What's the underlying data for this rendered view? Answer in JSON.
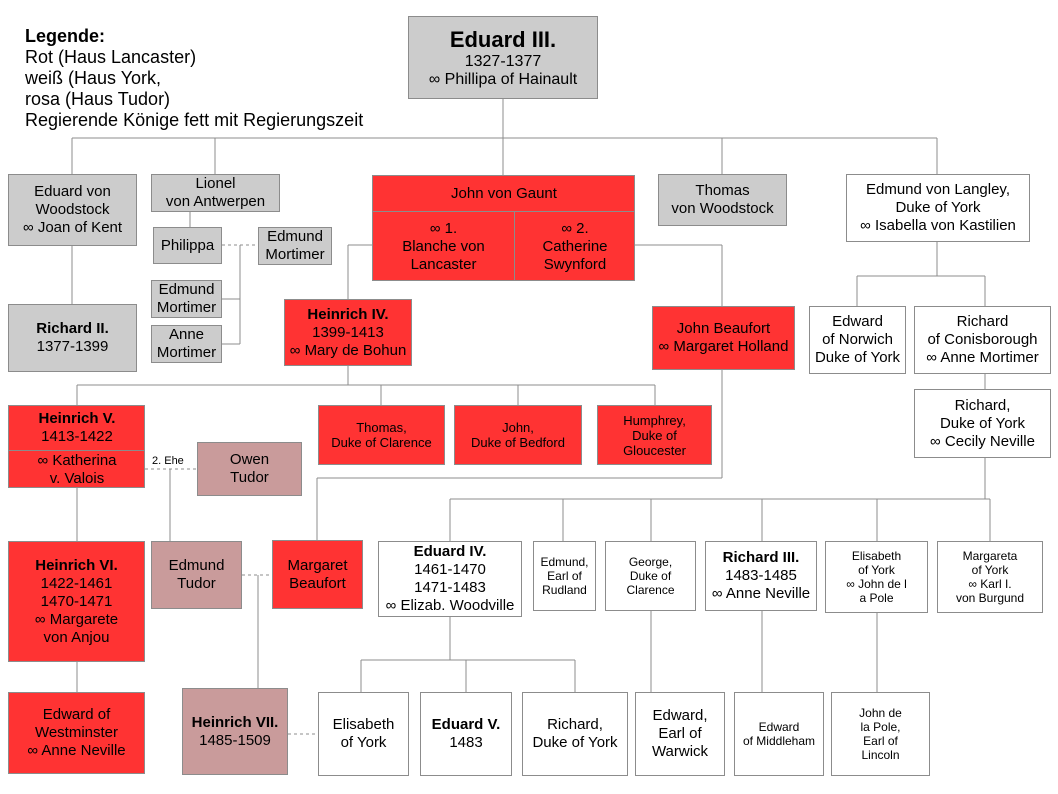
{
  "legend": {
    "heading": "Legende:",
    "lines": [
      "Rot (Haus Lancaster)",
      "weiß (Haus York,",
      "rosa (Haus Tudor)",
      "Regierende Könige fett mit Regierungszeit"
    ]
  },
  "colors": {
    "lancaster": "#ff3333",
    "york": "#ffffff",
    "tudor": "#c99b9b",
    "other": "#cccccc"
  },
  "nodes": {
    "eduard_iii": {
      "title": "Eduard III.",
      "years": "1327-1377",
      "spouse": "∞ Phillipa of Hainault"
    },
    "eduard_woodstock": {
      "lines": [
        "Eduard von",
        "Woodstock",
        "∞ Joan of Kent"
      ]
    },
    "lionel": {
      "lines": [
        "Lionel",
        "von Antwerpen"
      ]
    },
    "philippa": {
      "lines": [
        "Philippa"
      ]
    },
    "edmund_mortimer_1": {
      "lines": [
        "Edmund",
        "Mortimer"
      ]
    },
    "edmund_mortimer_2": {
      "lines": [
        "Edmund",
        "Mortimer"
      ]
    },
    "anne_mortimer": {
      "lines": [
        "Anne",
        "Mortimer"
      ]
    },
    "john_gaunt": {
      "title": "John von Gaunt",
      "wife1": [
        "∞ 1.",
        "Blanche von",
        "Lancaster"
      ],
      "wife2": [
        "∞ 2.",
        "Catherine",
        "Swynford"
      ]
    },
    "thomas_woodstock": {
      "lines": [
        "Thomas",
        "von Woodstock"
      ]
    },
    "edmund_langley": {
      "lines": [
        "Edmund von Langley,",
        "Duke of York",
        "∞ Isabella von Kastilien"
      ]
    },
    "richard_ii": {
      "title": "Richard II.",
      "years": "1377-1399"
    },
    "heinrich_iv": {
      "title": "Heinrich IV.",
      "years": "1399-1413",
      "spouse": "∞ Mary de Bohun"
    },
    "john_beaufort": {
      "lines": [
        "John Beaufort",
        "∞ Margaret Holland"
      ]
    },
    "edward_norwich": {
      "lines": [
        "Edward",
        "of Norwich",
        "Duke of York"
      ]
    },
    "richard_conisborough": {
      "lines": [
        "Richard",
        "of Conisborough",
        "∞ Anne Mortimer"
      ]
    },
    "richard_york": {
      "lines": [
        "Richard,",
        "Duke of York",
        "∞ Cecily Neville"
      ]
    },
    "heinrich_v": {
      "title": "Heinrich V.",
      "years": "1413-1422",
      "spouse": [
        "∞ Katherina",
        "v. Valois"
      ]
    },
    "thomas_clarence": {
      "lines": [
        "Thomas,",
        "Duke of Clarence"
      ]
    },
    "john_bedford": {
      "lines": [
        "John,",
        "Duke of Bedford"
      ]
    },
    "humphrey": {
      "lines": [
        "Humphrey,",
        "Duke of",
        "Gloucester"
      ]
    },
    "owen_tudor": {
      "lines": [
        "Owen",
        "Tudor"
      ]
    },
    "marriage_label": "2. Ehe",
    "heinrich_vi": {
      "title": "Heinrich VI.",
      "years": [
        "1422-1461",
        "1470-1471"
      ],
      "spouse": [
        "∞ Margarete",
        "von Anjou"
      ]
    },
    "edmund_tudor": {
      "lines": [
        "Edmund",
        "Tudor"
      ]
    },
    "margaret_beaufort": {
      "lines": [
        "Margaret",
        "Beaufort"
      ]
    },
    "eduard_iv": {
      "title": "Eduard IV.",
      "years": [
        "1461-1470",
        "1471-1483"
      ],
      "spouse": "∞ Elizab. Woodville"
    },
    "edmund_rudland": {
      "lines": [
        "Edmund,",
        "Earl of",
        "Rudland"
      ]
    },
    "george_clarence": {
      "lines": [
        "George,",
        "Duke of",
        "Clarence"
      ]
    },
    "richard_iii": {
      "title": "Richard III.",
      "years": "1483-1485",
      "spouse": "∞ Anne Neville"
    },
    "elisabeth_york_pole": {
      "lines": [
        "Elisabeth",
        "of York",
        "∞ John de l",
        "a Pole"
      ]
    },
    "margareta_york": {
      "lines": [
        "Margareta",
        "of York",
        "∞ Karl I.",
        "von Burgund"
      ]
    },
    "edward_westminster": {
      "lines": [
        "Edward of",
        "Westminster",
        "∞ Anne Neville"
      ]
    },
    "heinrich_vii": {
      "title": "Heinrich VII.",
      "years": "1485-1509"
    },
    "elisabeth_york": {
      "lines": [
        "Elisabeth",
        "of York"
      ]
    },
    "eduard_v": {
      "title": "Eduard V.",
      "years": "1483"
    },
    "richard_duke_york": {
      "lines": [
        "Richard,",
        "Duke of York"
      ]
    },
    "edward_warwick": {
      "lines": [
        "Edward,",
        "Earl of",
        "Warwick"
      ]
    },
    "edward_middleham": {
      "lines": [
        "Edward",
        "of Middleham"
      ]
    },
    "john_pole": {
      "lines": [
        "John de",
        "la Pole,",
        "Earl of",
        "Lincoln"
      ]
    }
  }
}
